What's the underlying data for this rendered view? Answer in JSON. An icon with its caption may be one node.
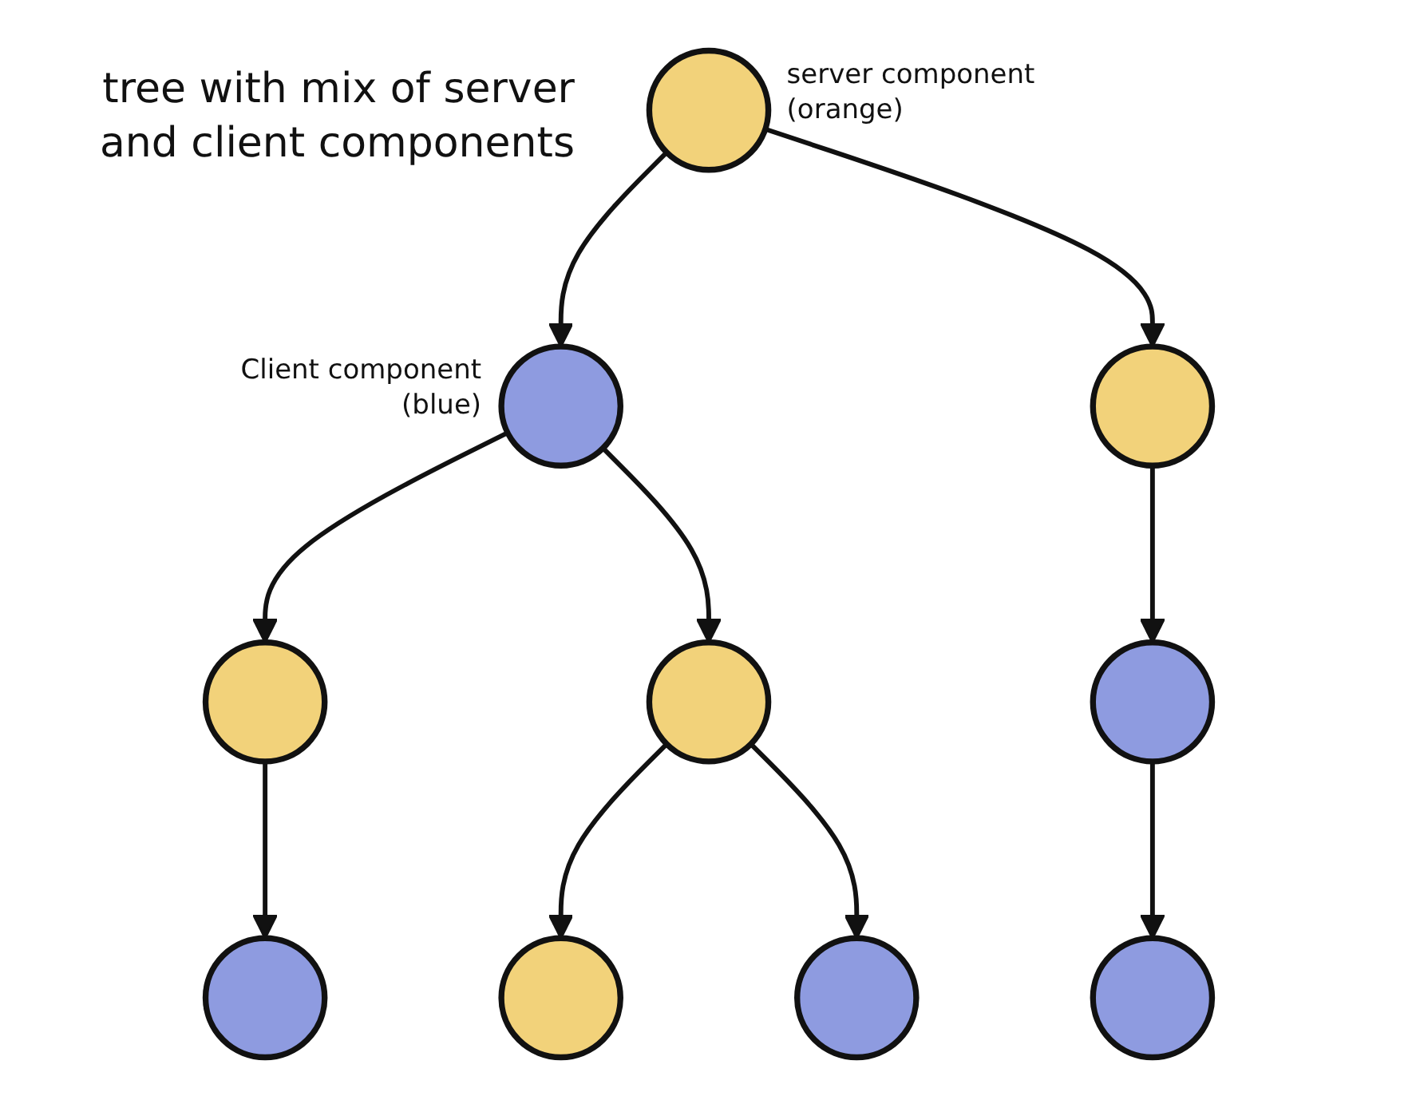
{
  "diagram": {
    "title": "tree with mix of server and client components",
    "nodes": [
      {
        "text": [],
        "shape": "circle",
        "beside": [
          "server component (orange)"
        ]
      },
      {
        "text": [],
        "shape": "circle",
        "beside": [
          "Client component (blue)"
        ]
      },
      {
        "text": [],
        "shape": "circle"
      },
      {
        "text": [],
        "shape": "circle"
      },
      {
        "text": [],
        "shape": "circle"
      },
      {
        "text": [],
        "shape": "circle"
      },
      {
        "text": [],
        "shape": "circle"
      },
      {
        "text": [],
        "shape": "circle"
      },
      {
        "text": [],
        "shape": "circle"
      },
      {
        "text": [],
        "shape": "circle"
      }
    ],
    "edges": [
      {
        "from": 0,
        "to": 1,
        "arrow": "to"
      },
      {
        "from": 0,
        "to": 2,
        "arrow": "to"
      },
      {
        "from": 1,
        "to": 3,
        "arrow": "to"
      },
      {
        "from": 1,
        "to": 4,
        "arrow": "to"
      },
      {
        "from": 2,
        "to": 5,
        "arrow": "to"
      },
      {
        "from": 3,
        "to": 6,
        "arrow": "to"
      },
      {
        "from": 4,
        "to": 7,
        "arrow": "to"
      },
      {
        "from": 4,
        "to": 8,
        "arrow": "to"
      },
      {
        "from": 5,
        "to": 9,
        "arrow": "to"
      }
    ]
  }
}
